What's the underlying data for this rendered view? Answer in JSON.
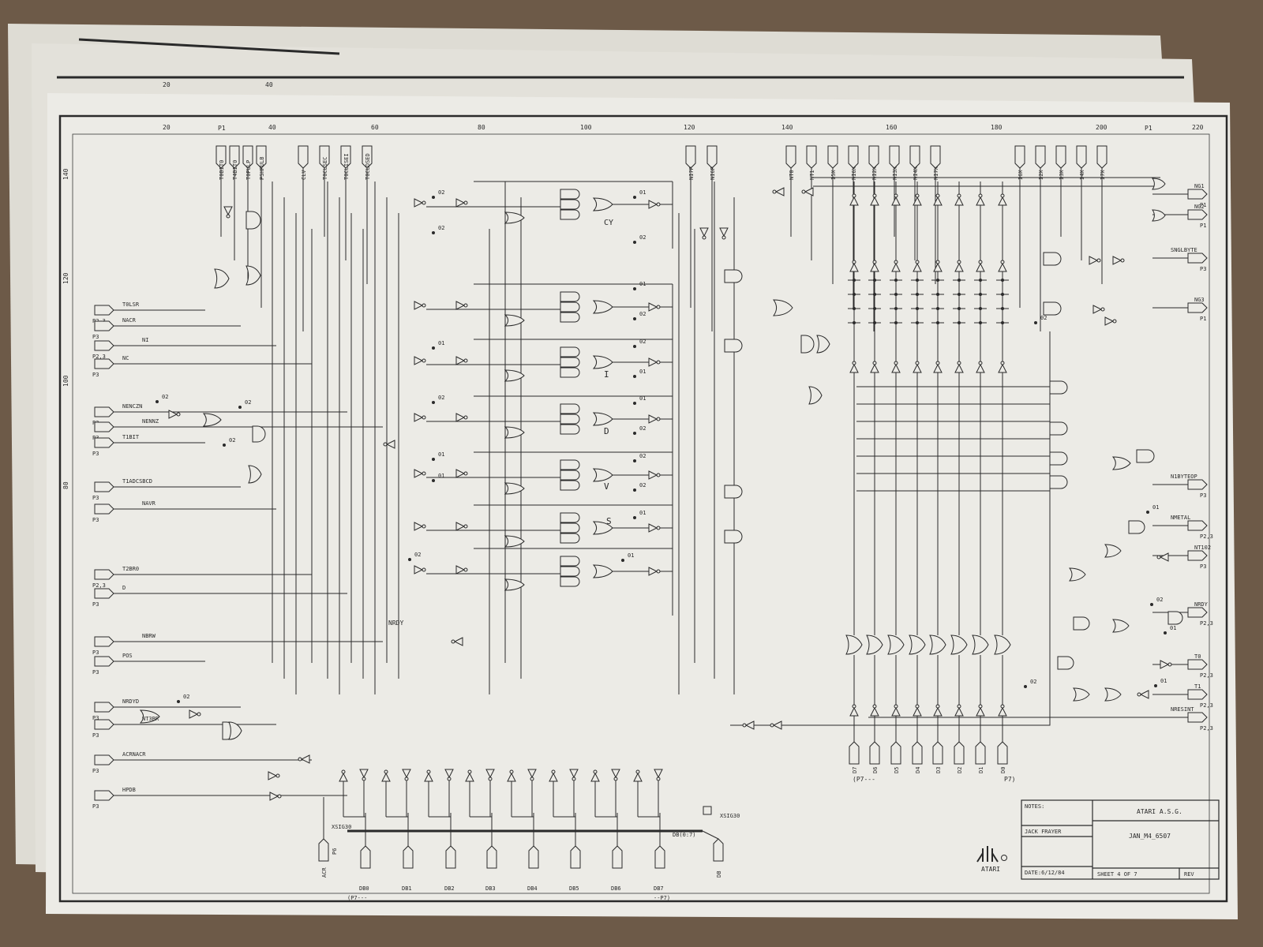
{
  "colors": {
    "carpet": "#6d5a48",
    "paper": "#ecebe6",
    "ink": "#2a2a2a"
  },
  "top_ruler": [
    "20",
    "40",
    "60",
    "80",
    "100",
    "120",
    "140",
    "160",
    "180",
    "200",
    "220"
  ],
  "top_ruler_markers": [
    "P1",
    "P1"
  ],
  "left_ruler": [
    "140",
    "120",
    "100",
    "80"
  ],
  "back_sheet_ruler": [
    "20",
    "40"
  ],
  "top_signals": [
    "T0BIT0",
    "T4BIT0",
    "T0PULP",
    "PSHPULB",
    "CLV",
    "T0CLSEC",
    "T0CLISEI",
    "T0CLDSED",
    "NI7P",
    "NI6P",
    "NT0",
    "NT1",
    "I5X",
    "NI6X",
    "NI2X",
    "NI3X",
    "NI4X",
    "NI7X",
    "I6X",
    "I2X",
    "I3X",
    "I4X",
    "I7X"
  ],
  "left_ports": [
    {
      "signal": "T0LSR",
      "pin": "P2,3"
    },
    {
      "signal": "NACR",
      "pin": "P3"
    },
    {
      "signal": "NI",
      "pin": "P2,3"
    },
    {
      "signal": "NC",
      "pin": "P3"
    },
    {
      "signal": "NENCZN",
      "pin": "P3"
    },
    {
      "signal": "NENNZ",
      "pin": "P3"
    },
    {
      "signal": "T1BIT",
      "pin": "P3"
    },
    {
      "signal": "T1ADCSBCD",
      "pin": "P3"
    },
    {
      "signal": "NAVR",
      "pin": "P3"
    },
    {
      "signal": "T2BR0",
      "pin": "P2,3"
    },
    {
      "signal": "D",
      "pin": "P3"
    },
    {
      "signal": "NBRW",
      "pin": "P3"
    },
    {
      "signal": "POS",
      "pin": "P3"
    },
    {
      "signal": "NRDYD",
      "pin": "P3"
    },
    {
      "signal": "NT3BR",
      "pin": "P3"
    },
    {
      "signal": "ACRNACR",
      "pin": "P3"
    },
    {
      "signal": "HPDB",
      "pin": "P3"
    }
  ],
  "right_ports": [
    {
      "signal": "NG1",
      "pin": "P1"
    },
    {
      "signal": "NG2",
      "pin": "P1"
    },
    {
      "signal": "SNGLBYTE",
      "pin": "P3"
    },
    {
      "signal": "NG3",
      "pin": "P1"
    },
    {
      "signal": "N1BYTEOP",
      "pin": "P3"
    },
    {
      "signal": "NMETAL",
      "pin": "P2,3"
    },
    {
      "signal": "NT102",
      "pin": "P3"
    },
    {
      "signal": "NRDY",
      "pin": "P2,3"
    },
    {
      "signal": "T0",
      "pin": "P2,3"
    },
    {
      "signal": "T1",
      "pin": "P2,3"
    },
    {
      "signal": "NRESINT",
      "pin": "P2,3"
    }
  ],
  "flag_labels": [
    "CY",
    "I",
    "D",
    "V",
    "S"
  ],
  "phase_labels": [
    "02",
    "01",
    "02",
    "02",
    "01",
    "02",
    "01",
    "02",
    "01",
    "02",
    "01",
    "02",
    "01",
    "02",
    "01",
    "02",
    "01",
    "01",
    "02",
    "02",
    "02",
    "02",
    "02",
    "01",
    "02",
    "01",
    "02",
    "01",
    "02"
  ],
  "internal_labels": [
    "NRDY"
  ],
  "bottom_data_inputs": [
    "D7",
    "D6",
    "D5",
    "D4",
    "D3",
    "D2",
    "D1",
    "D0"
  ],
  "bottom_data_bracket": [
    "(P7---",
    "P7)"
  ],
  "bottom_bus": {
    "ports": [
      "DB0",
      "DB1",
      "DB2",
      "DB3",
      "DB4",
      "DB5",
      "DB6",
      "DB7"
    ],
    "bus_label": "DB(0:7)",
    "xsig_left": "XSIG30",
    "xsig_right": "XSIG30",
    "acr_port": "ACR",
    "acr_pin": "P6",
    "db_port": "DB",
    "bracket_left": "(P7---",
    "bracket_right": "--P7)"
  },
  "title_block": {
    "notes_label": "NOTES:",
    "company": "ATARI  A.S.G.",
    "engineer": "JACK FRAYER",
    "drawing": "JAN_M4_6507",
    "date": "DATE:6/12/84",
    "sheet": "SHEET 4 OF 7",
    "rev_label": "REV",
    "logo_text": "ATARI"
  }
}
